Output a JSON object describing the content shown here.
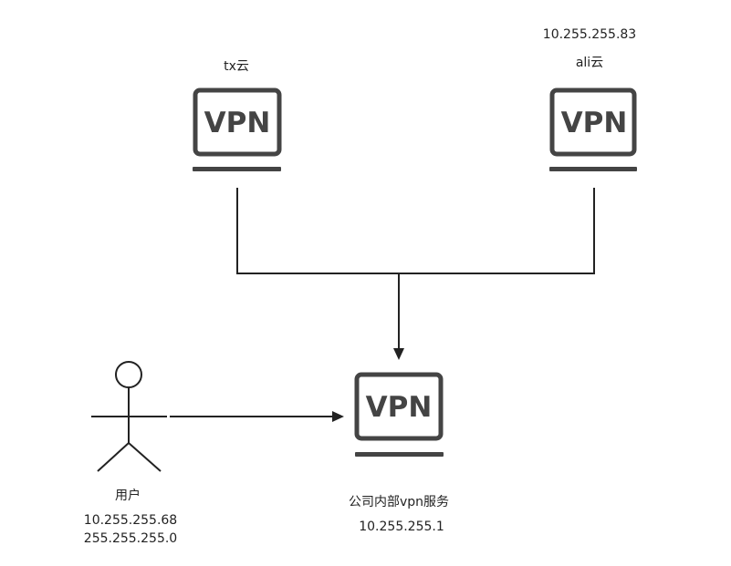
{
  "nodes": {
    "tx": {
      "vpn_text": "VPN",
      "label": "tx云"
    },
    "ali": {
      "vpn_text": "VPN",
      "ip": "10.255.255.83",
      "label": "ali云"
    },
    "internal": {
      "vpn_text": "VPN",
      "label": "公司内部vpn服务",
      "ip": "10.255.255.1"
    }
  },
  "user": {
    "label": "用户",
    "ip": "10.255.255.68",
    "netmask": "255.255.255.0"
  },
  "colors": {
    "icon": "#444444",
    "line": "#222222",
    "text": "#222222"
  }
}
